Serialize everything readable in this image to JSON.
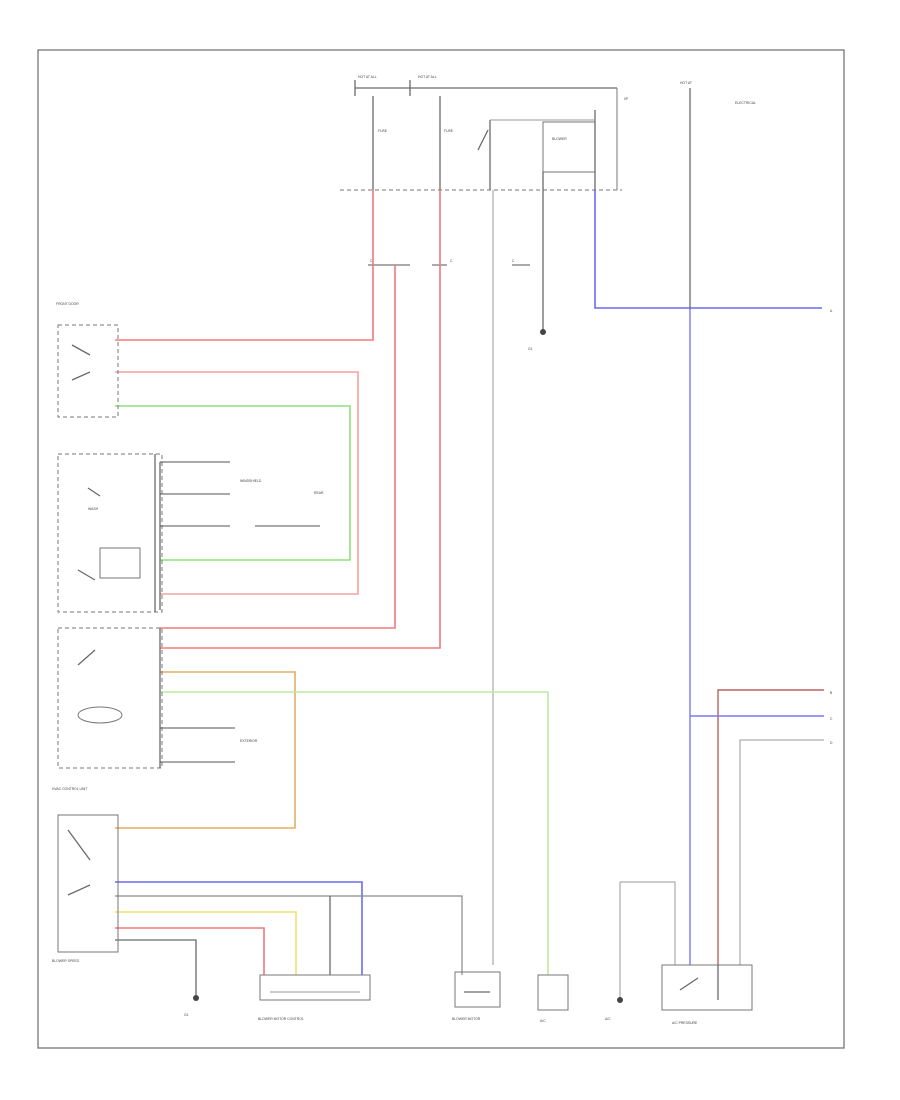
{
  "diagram": {
    "footer_code": "",
    "wire_colors": {
      "red": "#f07a7a",
      "pink": "#f4a2a2",
      "green": "#8fe07a",
      "light_green": "#bfe8a0",
      "blue": "#6b6bf0",
      "orange": "#e0b060",
      "yellow": "#f0e070",
      "black": "#6a6a6a",
      "dark_red": "#c06060"
    },
    "components": [
      "relay-box-top",
      "door-switch",
      "combination-switch-block",
      "switch-group-lower",
      "selector-switch",
      "actuator-unit-bottom-left",
      "relay-bottom-center",
      "box-bottom-center",
      "sensor-bottom-right",
      "ground-points"
    ]
  }
}
